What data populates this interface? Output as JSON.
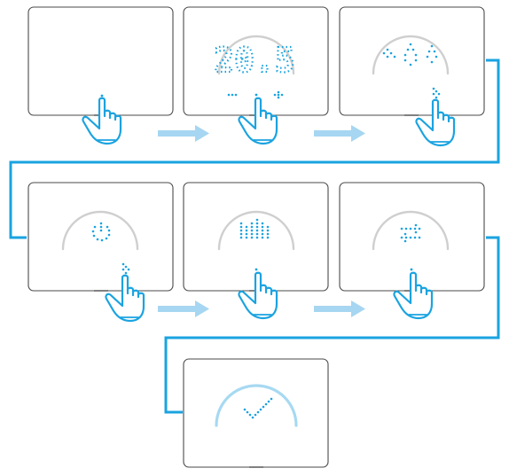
{
  "panels": [
    {
      "step": 1,
      "display": "blank",
      "control": "single-dot",
      "hand": true
    },
    {
      "step": 2,
      "display": "20.5",
      "control": "minus-dot-plus",
      "hand": true,
      "dial": true
    },
    {
      "step": 3,
      "display": "weather-drops-icons",
      "control": "swipe",
      "hand": true,
      "dial": true
    },
    {
      "step": 4,
      "display": "power-icon",
      "control": "swipe",
      "hand": true,
      "dial": true
    },
    {
      "step": 5,
      "display": "signal-bars",
      "control": "single-dot",
      "hand": true,
      "dial": true
    },
    {
      "step": 6,
      "display": "sync-arrows",
      "control": "single-dot",
      "hand": true,
      "dial": true
    },
    {
      "step": 7,
      "display": "checkmark",
      "control": "none",
      "hand": false,
      "dial": true,
      "dial_highlight": true
    }
  ],
  "screen_text": "20.5",
  "colors": {
    "accent": "#1aa3e0",
    "arrow": "#a6d6f1",
    "dial": "#cfcfcf",
    "dial_final": "#a7d9f2",
    "frame": "#4a4a4a"
  },
  "icons": [
    "pointing-hand-icon",
    "power-icon",
    "checkmark-icon",
    "sync-arrows-icon",
    "signal-bars-icon",
    "droplet-icon",
    "swipe-dots-icon"
  ]
}
